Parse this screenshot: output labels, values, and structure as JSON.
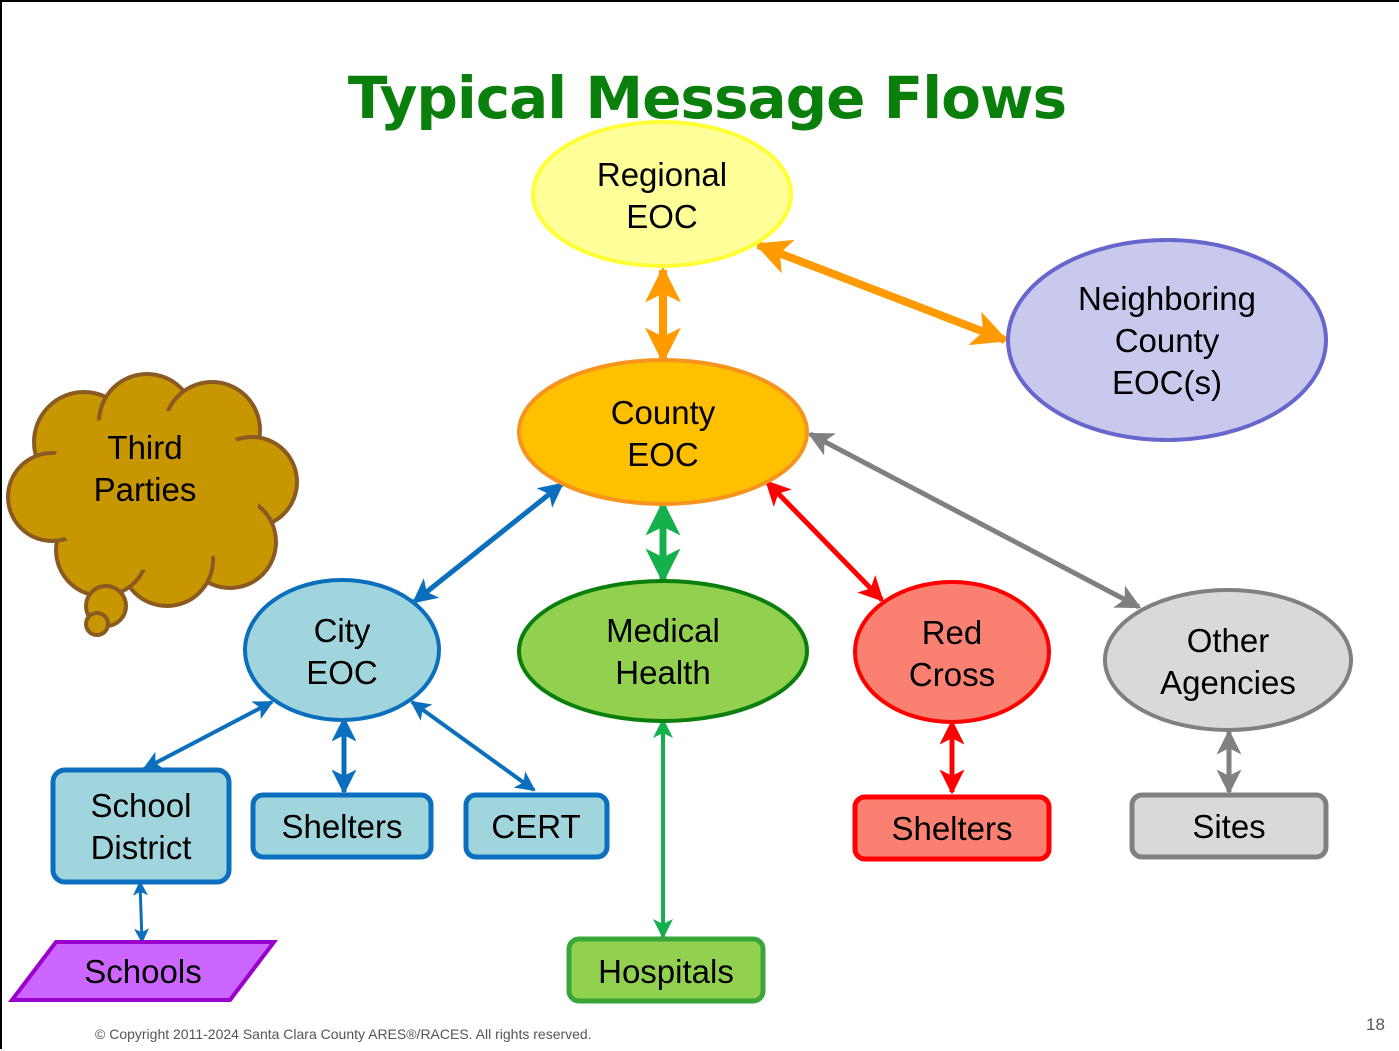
{
  "title": "Typical Message Flows",
  "nodes": {
    "regional_eoc": [
      "Regional",
      "EOC"
    ],
    "neighboring_county": [
      "Neighboring",
      "County",
      "EOC(s)"
    ],
    "county_eoc": [
      "County",
      "EOC"
    ],
    "third_parties": [
      "Third",
      "Parties"
    ],
    "city_eoc": [
      "City",
      "EOC"
    ],
    "medical_health": [
      "Medical",
      "Health"
    ],
    "red_cross": [
      "Red",
      "Cross"
    ],
    "other_agencies": [
      "Other",
      "Agencies"
    ],
    "school_district": [
      "School",
      "District"
    ],
    "city_shelters": "Shelters",
    "cert": "CERT",
    "red_cross_shelters": "Shelters",
    "sites": "Sites",
    "schools": "Schools",
    "hospitals": "Hospitals"
  },
  "colors": {
    "title": "#0b7f0b",
    "orange_arrow": "#ff9a00",
    "blue_arrow": "#0b6fbd",
    "green_arrow": "#13b04b",
    "red_arrow": "#ff0000",
    "gray_arrow": "#808080"
  },
  "footer": {
    "copyright": "© Copyright  2011-2024 Santa Clara County ARES®/RACES. All rights reserved.",
    "page_number": "18"
  }
}
